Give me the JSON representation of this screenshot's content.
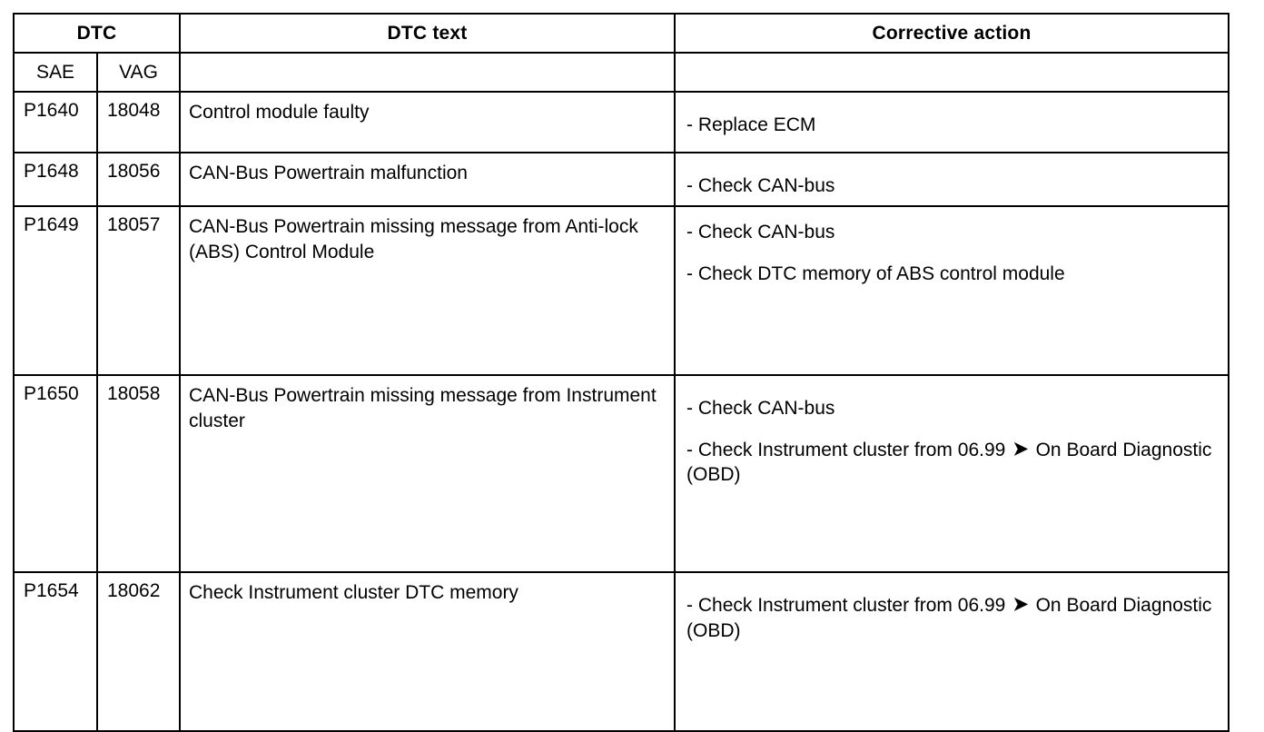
{
  "table": {
    "headers": {
      "group_dtc": "DTC",
      "sub_sae": "SAE",
      "sub_vag": "VAG",
      "dtc_text": "DTC text",
      "corrective_action": "Corrective action"
    },
    "rows": [
      {
        "sae": "P1640",
        "vag": "18048",
        "dtc_text": "Control module faulty",
        "corrective_action": [
          {
            "prefix": "- ",
            "text_before": "Replace ECM",
            "arrow": "",
            "text_after": ""
          }
        ]
      },
      {
        "sae": "P1648",
        "vag": "18056",
        "dtc_text": "CAN-Bus Powertrain malfunction",
        "corrective_action": [
          {
            "prefix": "- ",
            "text_before": "Check CAN-bus",
            "arrow": "",
            "text_after": ""
          }
        ]
      },
      {
        "sae": "P1649",
        "vag": "18057",
        "dtc_text": "CAN-Bus Powertrain missing message from Anti-lock (ABS) Control Module",
        "corrective_action": [
          {
            "prefix": "- ",
            "text_before": "Check CAN-bus",
            "arrow": "",
            "text_after": ""
          },
          {
            "prefix": "- ",
            "text_before": "Check DTC memory of ABS control module",
            "arrow": "",
            "text_after": ""
          }
        ]
      },
      {
        "sae": "P1650",
        "vag": "18058",
        "dtc_text": "CAN-Bus Powertrain missing message from Instrument cluster",
        "corrective_action": [
          {
            "prefix": "- ",
            "text_before": "Check CAN-bus",
            "arrow": "",
            "text_after": ""
          },
          {
            "prefix": "- ",
            "text_before": "Check Instrument cluster from 06.99 ",
            "arrow": "➤",
            "text_after": " On Board Diagnostic (OBD)"
          }
        ]
      },
      {
        "sae": "P1654",
        "vag": "18062",
        "dtc_text": "Check Instrument cluster DTC memory",
        "corrective_action": [
          {
            "prefix": "- ",
            "text_before": "Check Instrument cluster from 06.99 ",
            "arrow": "➤",
            "text_after": " On Board Diagnostic (OBD)"
          }
        ]
      }
    ]
  },
  "colors": {
    "border": "#000000",
    "text": "#000000",
    "background": "#ffffff"
  }
}
